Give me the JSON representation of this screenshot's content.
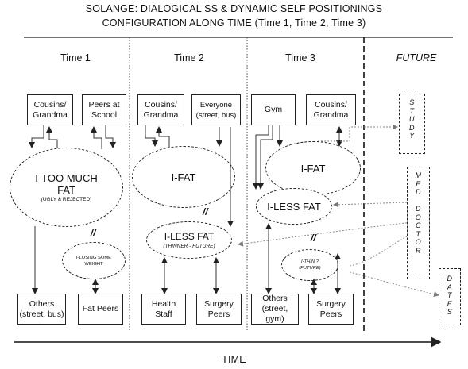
{
  "title_line1": "SOLANGE: DIALOGICAL SS & DYNAMIC SELF POSITIONINGS",
  "title_line2": "CONFIGURATION ALONG TIME (Time 1, Time 2, Time 3)",
  "columns": [
    "Time 1",
    "Time 2",
    "Time 3",
    "FUTURE"
  ],
  "time1": {
    "top_left": "Cousins/ Grandma",
    "top_right": "Peers at School",
    "main_big": "I-TOO MUCH FAT",
    "main_small": "(UGLY & REJECTED)",
    "minor": "I-LOSING SOME WEIGHT",
    "bottom_left": "Others (street, bus)",
    "bottom_right": "Fat Peers"
  },
  "time2": {
    "top_left": "Cousins/ Grandma",
    "top_right": "Everyone (street, bus)",
    "main": "I-FAT",
    "minor_big": "I-LESS FAT",
    "minor_small": "(THINNER - FUTURE)",
    "bottom_left": "Health Staff",
    "bottom_right": "Surgery Peers"
  },
  "time3": {
    "top_left": "Gym",
    "top_right": "Cousins/ Grandma",
    "main": "I-FAT",
    "second": "I-LESS FAT",
    "minor_small": "I-THIN ?",
    "minor_small2": "(FUTURE)",
    "bottom_left": "Others (street, gym)",
    "bottom_right": "Surgery Peers"
  },
  "future": {
    "study": "S\nT\nU\nD\nY",
    "med_doctor": "M\nE\nD\n\nD\nO\nC\nT\nO\nR",
    "dates": "D\nA\nT\nE\nS"
  },
  "separator_mark": "//",
  "axis_label": "TIME"
}
